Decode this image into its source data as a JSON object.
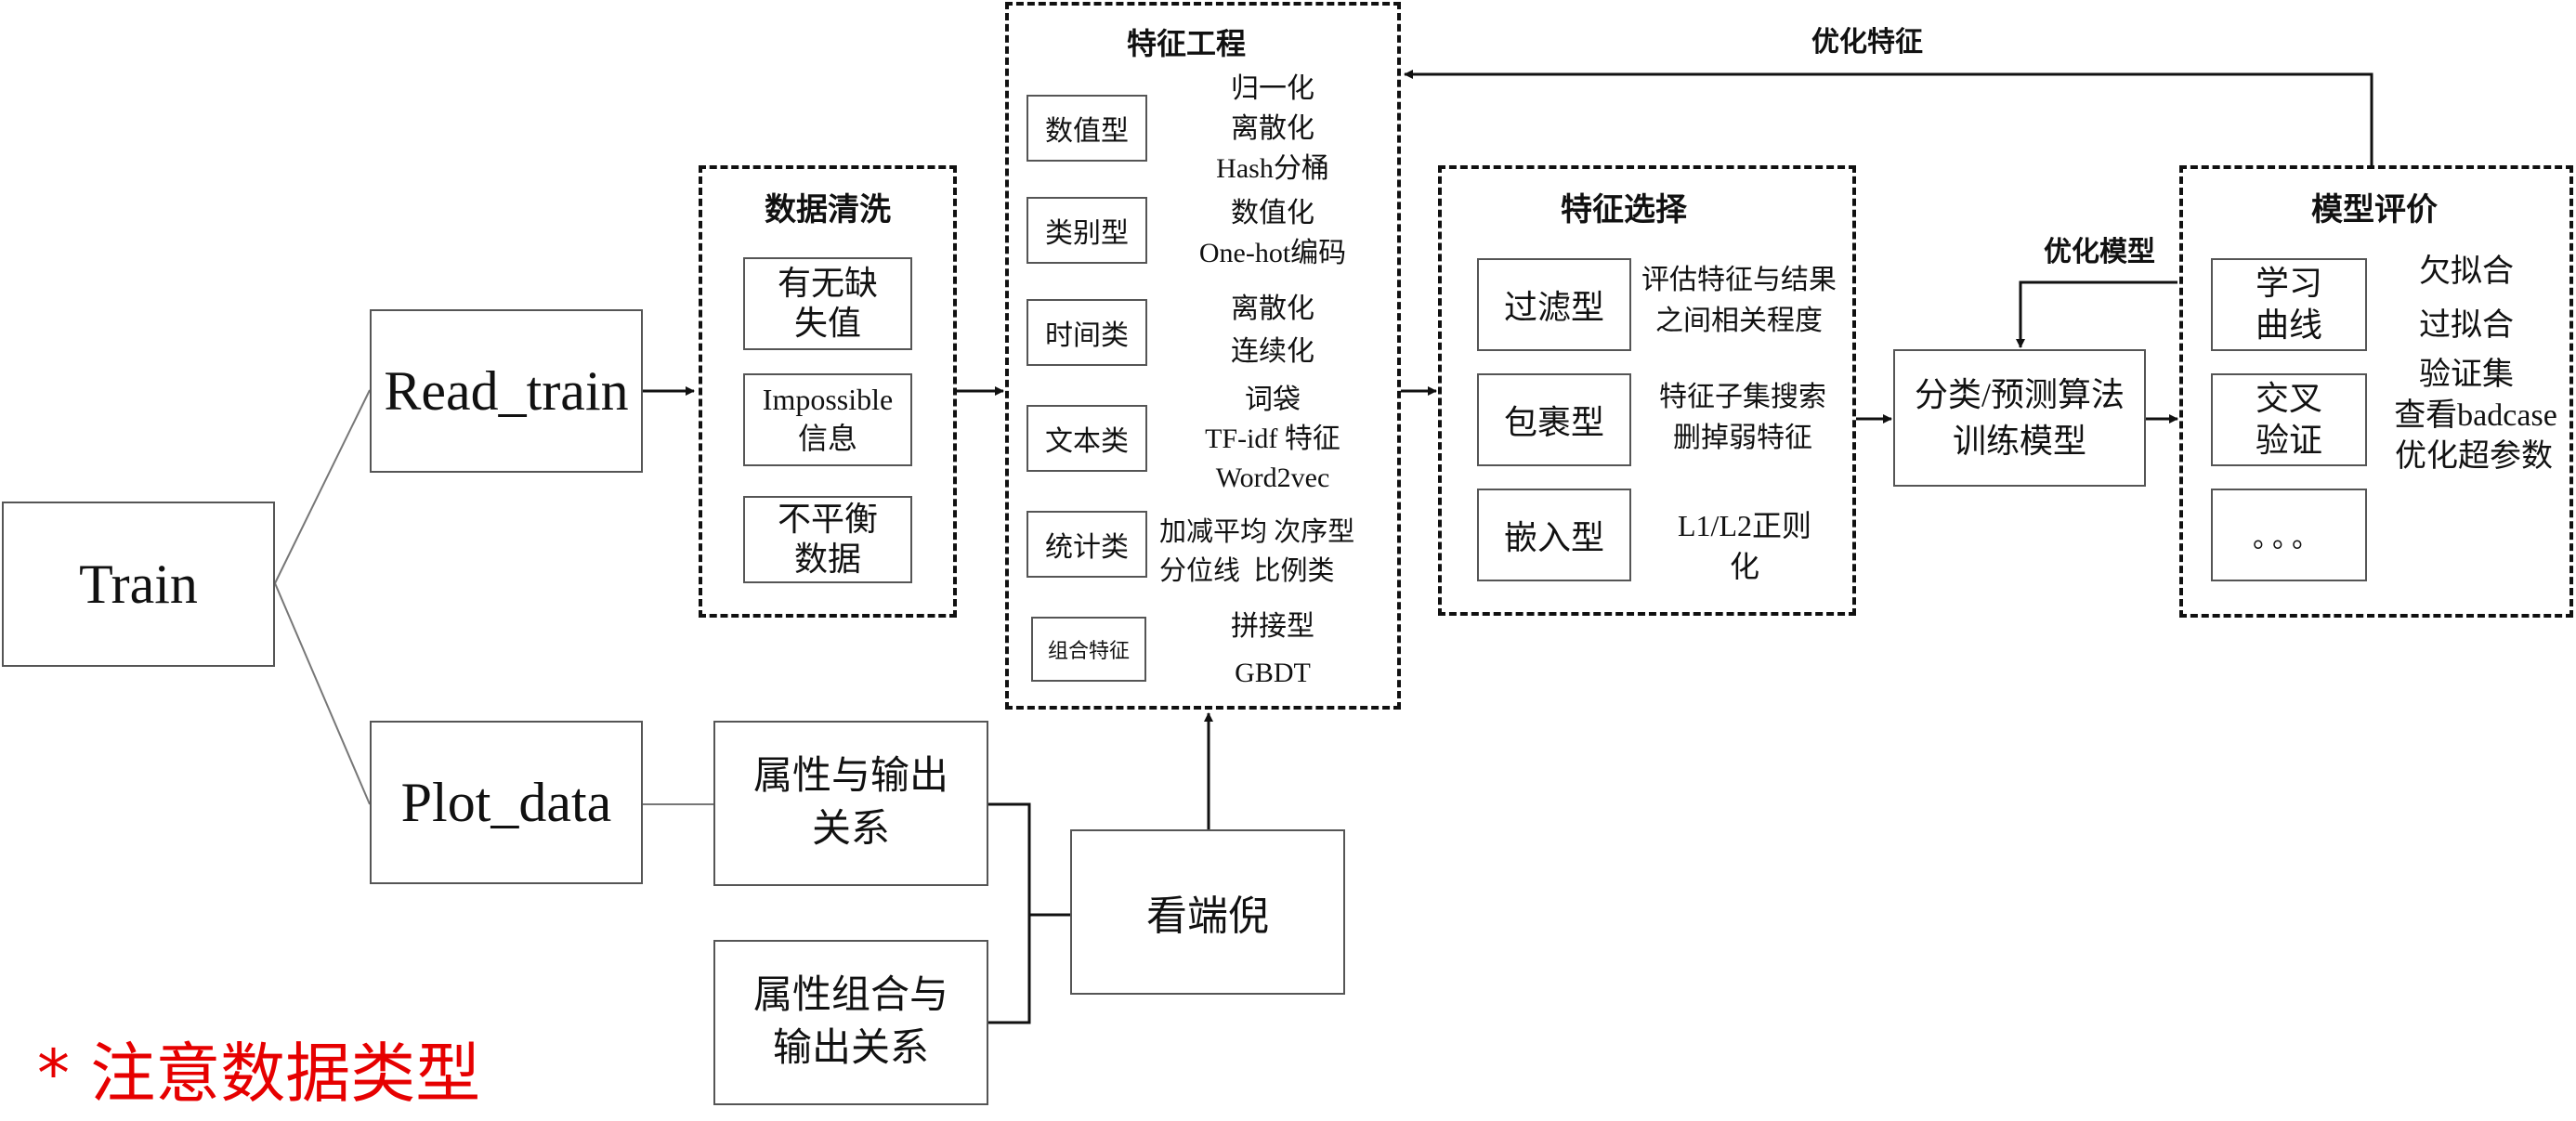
{
  "left_tree": {
    "train": "Train",
    "read_train": "Read_train",
    "plot_data": "Plot_data"
  },
  "cleaning": {
    "title": "数据清洗",
    "items": [
      [
        "有无缺",
        "失值"
      ],
      [
        "Impossible",
        "信息"
      ],
      [
        "不平衡",
        "数据"
      ]
    ]
  },
  "plot": {
    "attr_output": [
      "属性与输出",
      "关系"
    ],
    "attr_combo": [
      "属性组合与",
      "输出关系"
    ],
    "look": "看端倪"
  },
  "feature_eng": {
    "title": "特征工程",
    "rows": [
      {
        "label": "数值型",
        "desc": [
          "归一化",
          "离散化",
          "Hash分桶"
        ]
      },
      {
        "label": "类别型",
        "desc": [
          "数值化",
          "One-hot编码"
        ]
      },
      {
        "label": "时间类",
        "desc": [
          "离散化",
          "连续化"
        ]
      },
      {
        "label": "文本类",
        "desc": [
          "词袋",
          "TF-idf 特征",
          "Word2vec"
        ]
      },
      {
        "label": "统计类",
        "desc": [
          "加减平均 次序型",
          "分位线  比例类"
        ]
      },
      {
        "label": "组合特征",
        "desc": [
          "拼接型",
          "GBDT"
        ]
      }
    ]
  },
  "feature_sel": {
    "title": "特征选择",
    "rows": [
      {
        "label": "过滤型",
        "desc": [
          "评估特征与结果",
          "之间相关程度"
        ]
      },
      {
        "label": "包裹型",
        "desc": [
          "特征子集搜索",
          "删掉弱特征"
        ]
      },
      {
        "label": "嵌入型",
        "desc": [
          "L1/L2正则",
          "化"
        ]
      }
    ]
  },
  "model": {
    "train": [
      "分类/预测算法",
      "训练模型"
    ]
  },
  "evaluation": {
    "title": "模型评价",
    "boxes": [
      [
        "学习",
        "曲线"
      ],
      [
        "交叉",
        "验证"
      ],
      [
        "。。。"
      ]
    ],
    "notes": [
      "欠拟合",
      "过拟合",
      "验证集",
      "查看badcase",
      "优化超参数"
    ]
  },
  "arrows": {
    "optimize_feature": "优化特征",
    "optimize_model": "优化模型"
  },
  "note": "* 注意数据类型",
  "colors": {
    "line": "#111111",
    "box_border": "#555555",
    "note": "#e60000"
  }
}
